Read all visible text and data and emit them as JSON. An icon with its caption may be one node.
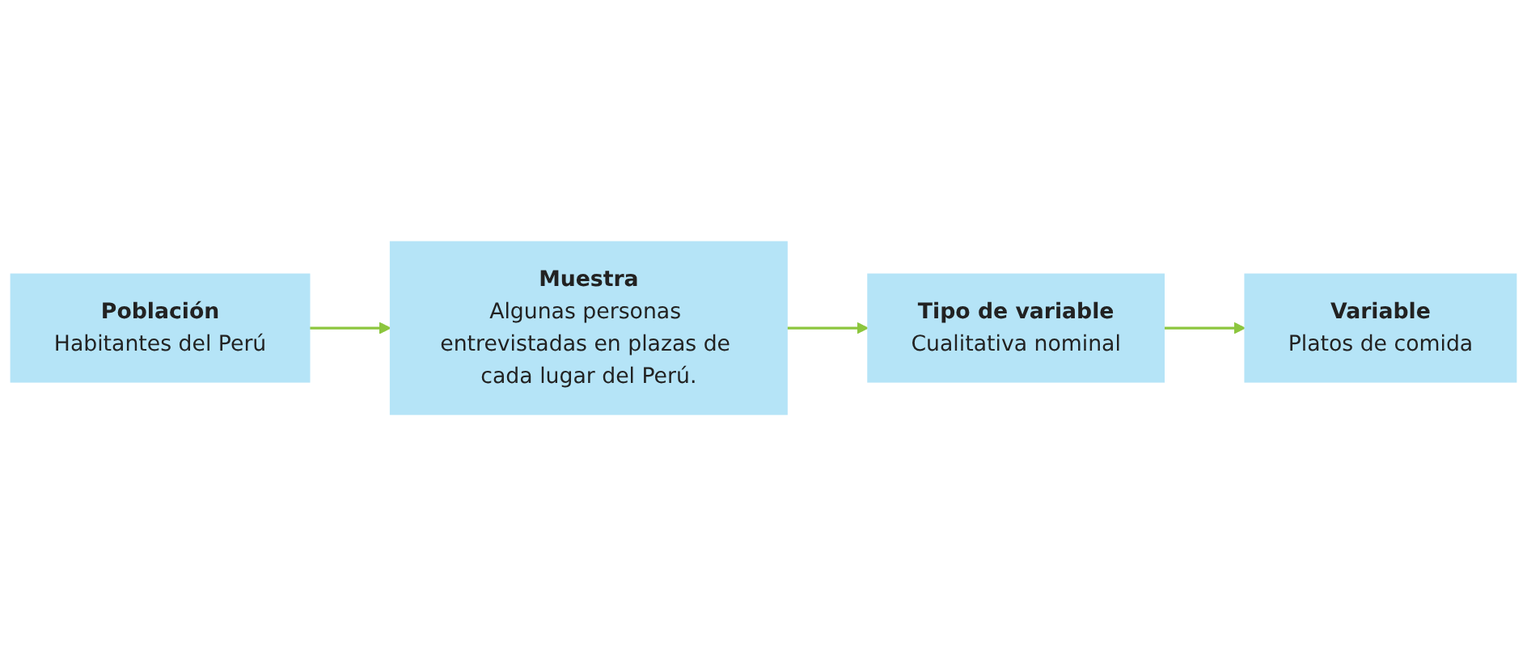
{
  "diagram": {
    "nodes": [
      {
        "text": [
          "Población",
          "Habitantes del Perú"
        ]
      },
      {
        "text": [
          "Muestra",
          "Algunas personas entrevistadas en plazas de cada lugar del Perú."
        ]
      },
      {
        "text": [
          "Tipo de variable",
          "Cualitativa nominal"
        ]
      },
      {
        "text": [
          "Variable",
          "Platos de comida"
        ]
      }
    ],
    "edges": [
      {
        "from": 0,
        "to": 1,
        "arrow": "to"
      },
      {
        "from": 1,
        "to": 2,
        "arrow": "to"
      },
      {
        "from": 2,
        "to": 3,
        "arrow": "to"
      }
    ]
  }
}
